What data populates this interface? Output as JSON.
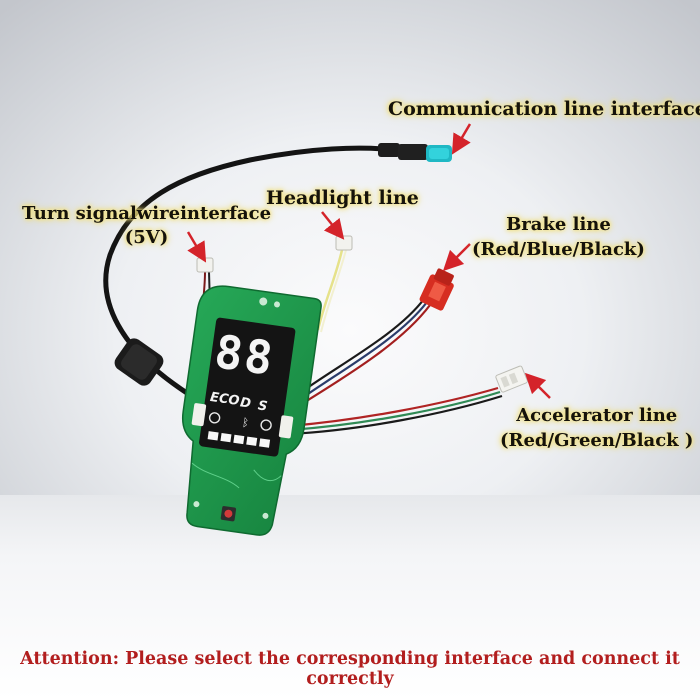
{
  "labels": {
    "communication": "Communication line interface",
    "turn_signal_line1": "Turn signalwireinterface",
    "turn_signal_line2": "(5V)",
    "headlight": "Headlight line",
    "brake_line1": "Brake line",
    "brake_line2": "(Red/Blue/Black)",
    "accelerator_line1": "Accelerator line",
    "accelerator_line2": "(Red/Green/Black )"
  },
  "display": {
    "digits": "88",
    "mode_eco": "ECO",
    "mode_d": "D",
    "mode_s": "S"
  },
  "footer": {
    "attention": "Attention: Please select the corresponding interface and connect it correctly"
  },
  "colors": {
    "pcb": "#1f9a4c",
    "label_glow": "#f3e38a",
    "attention_text": "#b21e1e",
    "arrow": "#d4232a"
  }
}
